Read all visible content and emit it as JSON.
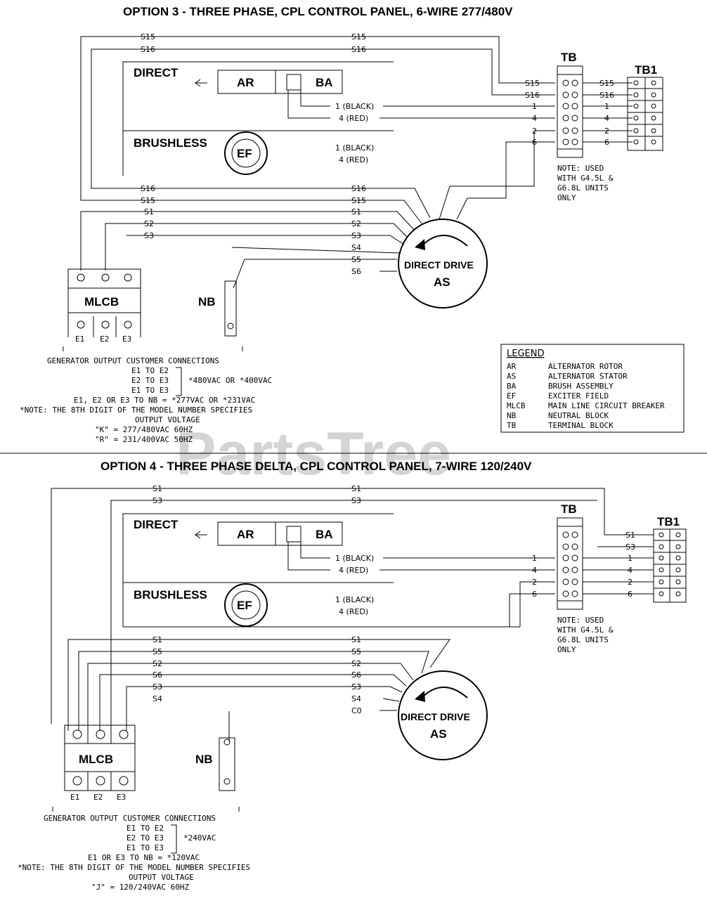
{
  "watermark": "PartsTree",
  "opt3": {
    "title": "OPTION 3 - THREE PHASE, CPL CONTROL PANEL, 6-WIRE 277/480V",
    "direct": "DIRECT",
    "brushless": "BRUSHLESS",
    "ar": "AR",
    "ba": "BA",
    "ef": "EF",
    "tb": "TB",
    "tb1": "TB1",
    "drive": "DIRECT DRIVE",
    "as": "AS",
    "mlcb": "MLCB",
    "nb": "NB",
    "b1": "1 (BLACK)",
    "r4": "4 (RED)",
    "bf1": "1 (BLACK)",
    "bf4": "4 (RED)",
    "wl": {
      "s15": "S15",
      "s16": "S16",
      "s1": "S1",
      "s2": "S2",
      "s3": "S3",
      "s4": "S4",
      "s5": "S5",
      "s6": "S6"
    },
    "tbl": {
      "s15": "S15",
      "s16": "S16",
      "w1": "1",
      "w4": "4",
      "w2": "2",
      "w6": "6"
    },
    "tbr": {
      "s15": "S15",
      "s16": "S16",
      "w1": "1",
      "w4": "4",
      "w2": "2",
      "w6": "6"
    },
    "mlcb_bottom": [
      "E1",
      "E2",
      "E3"
    ],
    "note": [
      "NOTE: USED",
      "WITH G4.5L &",
      "G6.8L UNITS",
      "ONLY"
    ],
    "gen": [
      "GENERATOR OUTPUT CUSTOMER CONNECTIONS",
      "E1 TO E2",
      "E2 TO E3",
      "E1 TO E3",
      "*480VAC OR *400VAC",
      "E1, E2 OR E3 TO NB = *277VAC OR *231VAC",
      "*NOTE: THE 8TH DIGIT OF THE MODEL NUMBER SPECIFIES",
      "OUTPUT VOLTAGE",
      "\"K\" = 277/480VAC 60HZ",
      "\"R\" = 231/400VAC 50HZ"
    ],
    "legend": {
      "title": "LEGEND",
      "rows": [
        [
          "AR",
          "ALTERNATOR ROTOR"
        ],
        [
          "AS",
          "ALTERNATOR STATOR"
        ],
        [
          "BA",
          "BRUSH ASSEMBLY"
        ],
        [
          "EF",
          "EXCITER FIELD"
        ],
        [
          "MLCB",
          "MAIN LINE CIRCUIT BREAKER"
        ],
        [
          "NB",
          "NEUTRAL BLOCK"
        ],
        [
          "TB",
          "TERMINAL BLOCK"
        ]
      ]
    }
  },
  "opt4": {
    "title": "OPTION 4 - THREE PHASE DELTA, CPL CONTROL PANEL, 7-WIRE 120/240V",
    "direct": "DIRECT",
    "brushless": "BRUSHLESS",
    "ar": "AR",
    "ba": "BA",
    "ef": "EF",
    "tb": "TB",
    "tb1": "TB1",
    "drive": "DIRECT DRIVE",
    "as": "AS",
    "mlcb": "MLCB",
    "nb": "NB",
    "b1": "1 (BLACK)",
    "r4": "4 (RED)",
    "bf1": "1 (BLACK)",
    "bf4": "4 (RED)",
    "wl": {
      "s1": "S1",
      "s3": "S3",
      "s5": "S5",
      "s2": "S2",
      "s6": "S6",
      "s4": "S4",
      "c0": "C0"
    },
    "tbl": {
      "w1": "1",
      "w4": "4",
      "w2": "2",
      "w6": "6"
    },
    "tbr": {
      "s1": "S1",
      "s3": "S3",
      "w1": "1",
      "w4": "4",
      "w2": "2",
      "w6": "6"
    },
    "mlcb_bottom": [
      "E1",
      "E2",
      "E3"
    ],
    "note": [
      "NOTE: USED",
      "WITH G4.5L &",
      "G6.8L UNITS",
      "ONLY"
    ],
    "gen": [
      "GENERATOR OUTPUT CUSTOMER CONNECTIONS",
      "E1 TO E2",
      "E2 TO E3",
      "E1 TO E3",
      "*240VAC",
      "E1 OR E3 TO NB = *120VAC",
      "*NOTE: THE 8TH DIGIT OF THE MODEL NUMBER SPECIFIES",
      "OUTPUT VOLTAGE",
      "\"J\" = 120/240VAC 60HZ"
    ]
  }
}
